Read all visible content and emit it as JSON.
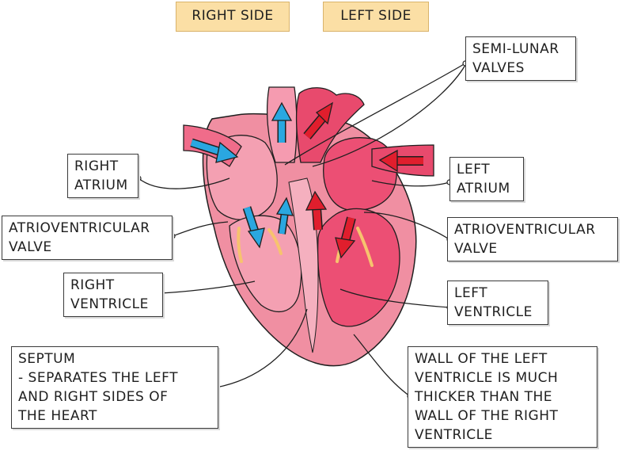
{
  "headers": {
    "right_side": "RIGHT SIDE",
    "left_side": "LEFT SIDE"
  },
  "labels": {
    "semi_lunar_valves": "SEMI-LUNAR\nVALVES",
    "right_atrium": "RIGHT\nATRIUM",
    "left_atrium": "LEFT\nATRIUM",
    "av_valve_right": "ATRIOVENTRICULAR\nVALVE",
    "av_valve_left": "ATRIOVENTRICULAR\nVALVE",
    "right_ventricle": "RIGHT\nVENTRICLE",
    "left_ventricle": "LEFT\nVENTRICLE",
    "septum": "SEPTUM\n- SEPARATES THE LEFT\nAND RIGHT SIDES OF\nTHE HEART",
    "wall_left_ventricle": "WALL OF THE LEFT\nVENTRICLE IS MUCH\nTHICKER THAN THE\nWALL OF THE RIGHT\nVENTRICLE"
  },
  "colors": {
    "heart_outer": "#f08fa2",
    "heart_right_chamber": "#f4a0b2",
    "heart_left_chamber": "#ec4f74",
    "vessel": "#f06c8a",
    "deoxygenated_arrow": "#2aa7e0",
    "oxygenated_arrow": "#e01e2d",
    "valve": "#f7c36e",
    "header_fill": "#fbdfa5"
  }
}
